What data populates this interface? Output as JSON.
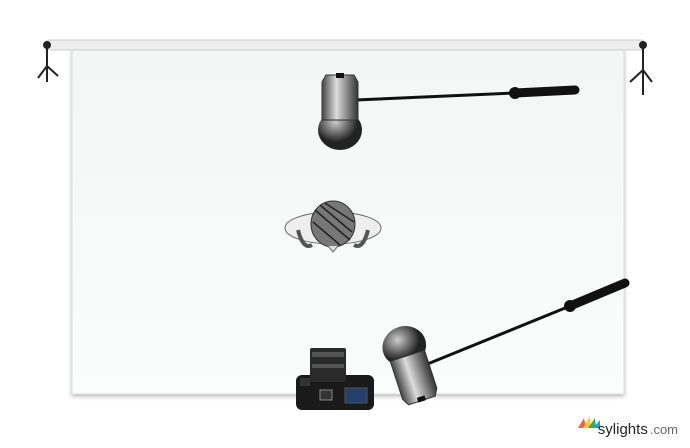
{
  "logo": {
    "name": "sylights",
    "domain": ".com"
  },
  "elements": [
    "backdrop",
    "key-light",
    "subject",
    "camera",
    "fill-light"
  ]
}
